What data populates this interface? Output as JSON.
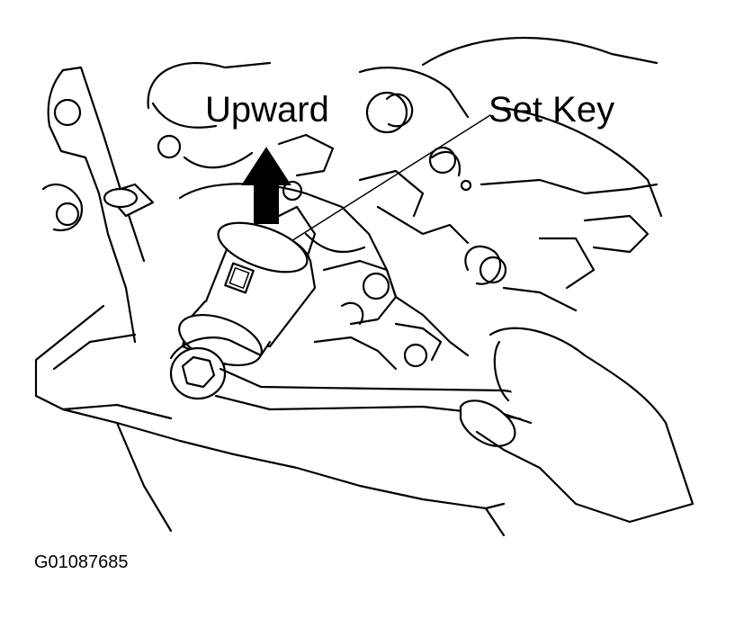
{
  "labels": {
    "upward": "Upward",
    "set_key": "Set Key",
    "figure_code": "G01087685"
  },
  "colors": {
    "ink": "#000000",
    "paper": "#ffffff"
  }
}
